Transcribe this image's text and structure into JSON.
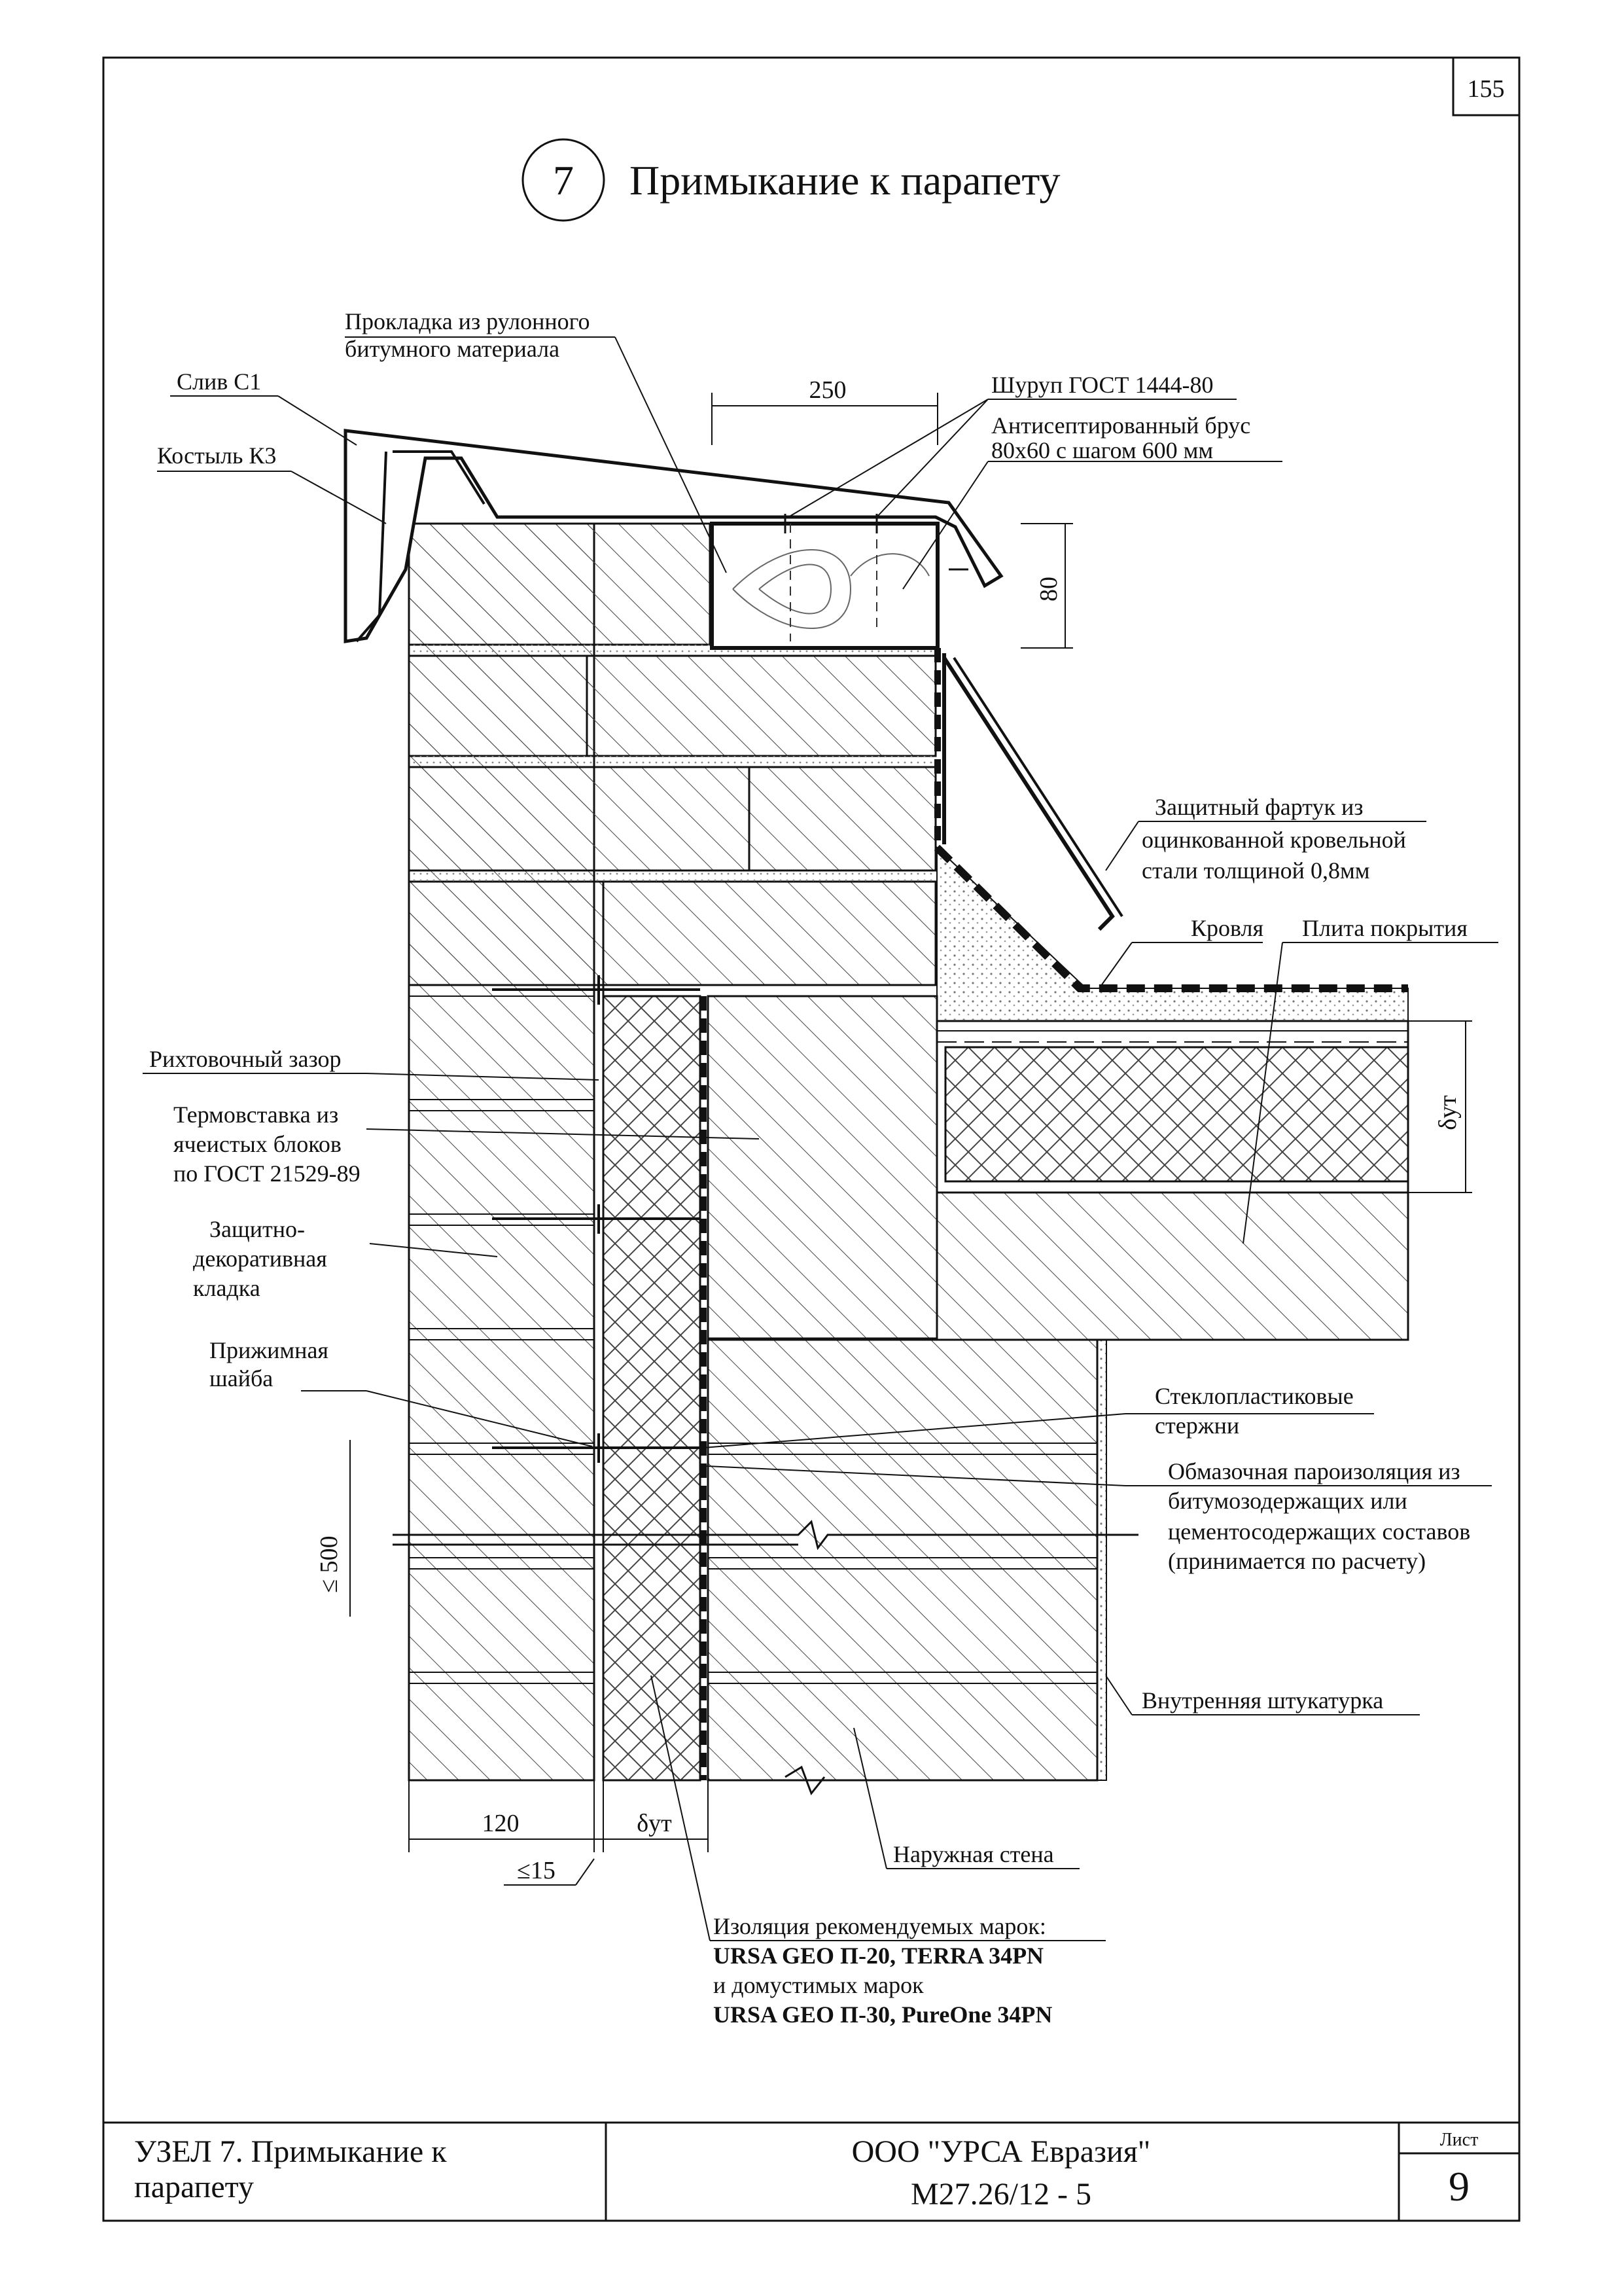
{
  "sheet": {
    "page_number": "155",
    "node_number": "7",
    "title": "Примыкание к парапету"
  },
  "labels": {
    "gasket_1": "Прокладка из рулонного",
    "gasket_2": "битумного материала",
    "drain": "Слив С1",
    "bracket": "Костыль К3",
    "dim_250": "250",
    "screw": "Шуруп ГОСТ 1444-80",
    "beam_1": "Антисептированный брус",
    "beam_2": "80х60 с шагом 600 мм",
    "dim_80": "80",
    "apron_1": "Защитный фартук из",
    "apron_2": "оцинкованной кровельной",
    "apron_3": "стали толщиной 0,8мм",
    "roofing": "Кровля",
    "slab": "Плита покрытия",
    "gap": "Рихтовочный зазор",
    "thermal_1": "Термовставка из",
    "thermal_2": "ячеистых блоков",
    "thermal_3": "по ГОСТ 21529-89",
    "masonry_1": "Защитно-",
    "masonry_2": "декоративная",
    "masonry_3": "кладка",
    "delta_ut": "δут",
    "washer_1": "Прижимная",
    "washer_2": "шайба",
    "rods_1": "Стеклопластиковые",
    "rods_2": "стержни",
    "vapor_1": "Обмазочная пароизоляция из",
    "vapor_2": "битумозодержащих или",
    "vapor_3": "цементосодержащих составов",
    "vapor_4": "(принимается по расчету)",
    "dim_500": "≤ 500",
    "plaster": "Внутренняя штукатурка",
    "dim_120": "120",
    "dim_15": "≤15",
    "delta_ut_bottom": "δут",
    "outer_wall": "Наружная стена",
    "insul_1": "Изоляция рекомендуемых марок:",
    "insul_2": "URSA GEO П-20, TERRA 34PN",
    "insul_3": "и домустимых марок",
    "insul_4": "URSA GEO П-30, PureOne 34PN"
  },
  "title_block": {
    "node_line1": "УЗЕЛ 7. Примыкание к",
    "node_line2": "парапету",
    "company": "ООО \"УРСА Евразия\"",
    "code": "М27.26/12 - 5",
    "sheet_label": "Лист",
    "sheet_no": "9"
  }
}
